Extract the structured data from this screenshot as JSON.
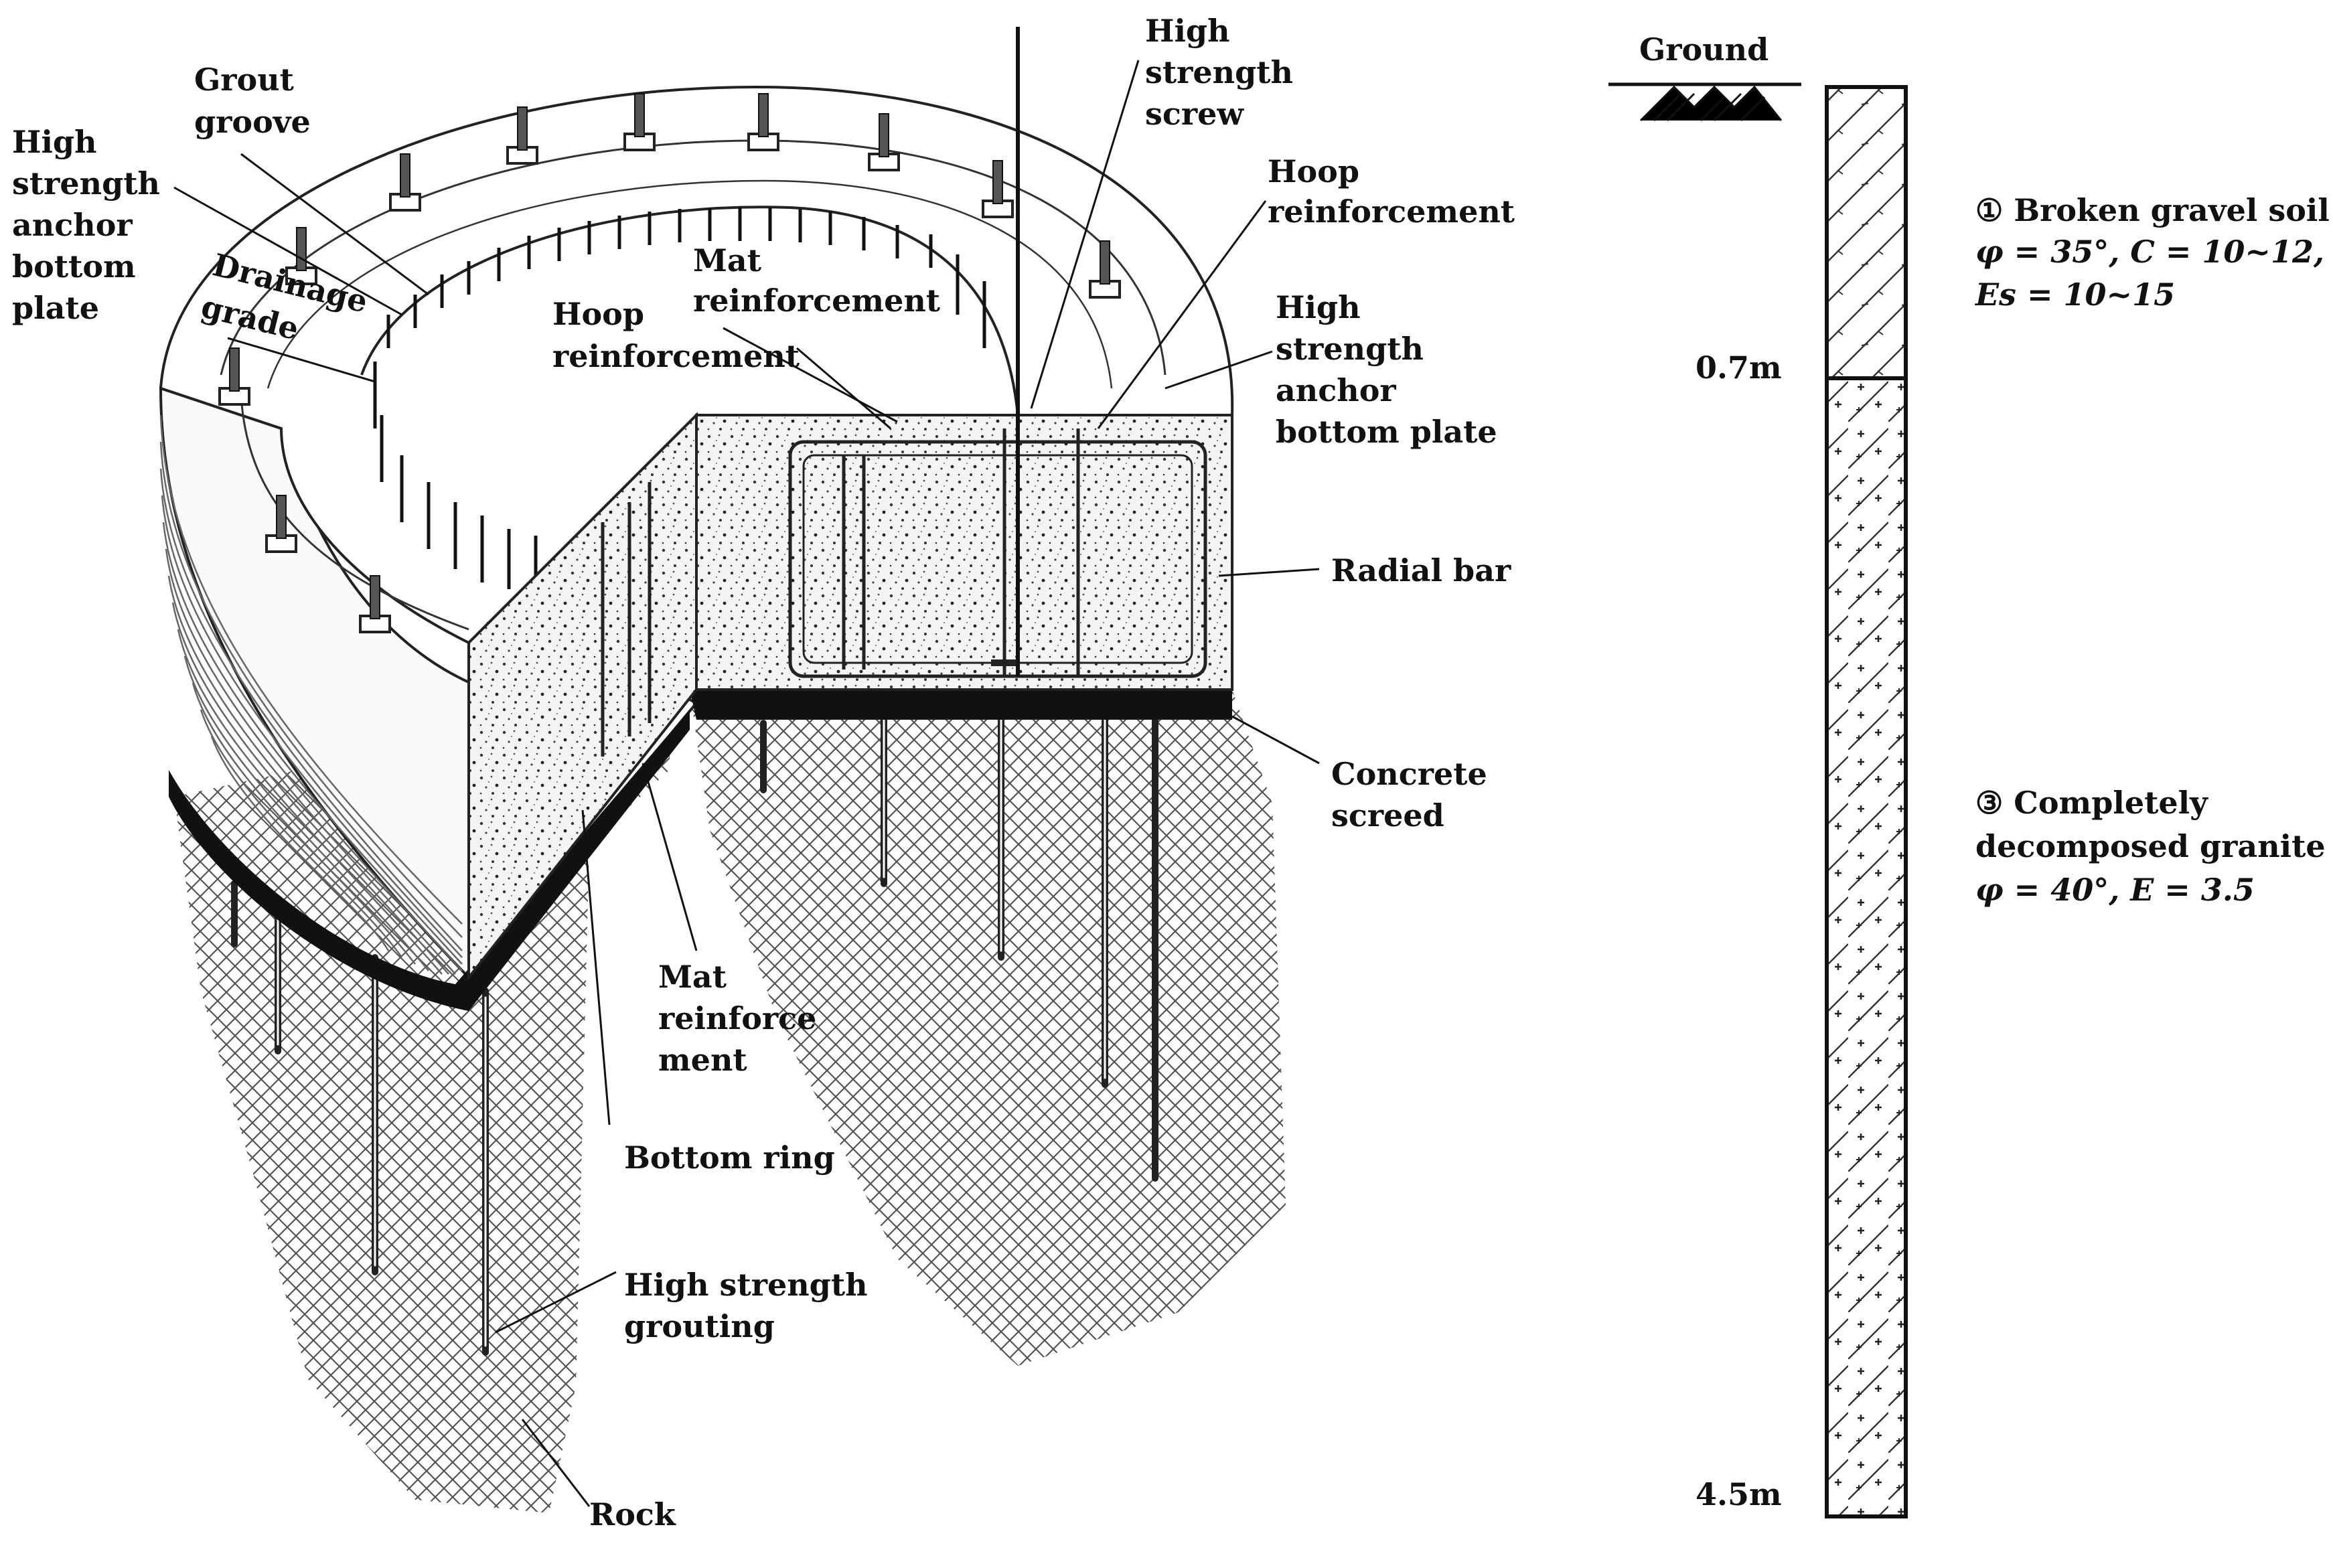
{
  "figure": {
    "left_diagram": {
      "labels": {
        "high_strength_anchor_bottom_plate_left": [
          "High",
          "strength",
          "anchor",
          "bottom",
          "plate"
        ],
        "grout_groove": [
          "Grout",
          "groove"
        ],
        "drainage_grade": [
          "Drainage",
          "grade"
        ],
        "mat_reinforcement_top": [
          "Mat",
          "reinforcement"
        ],
        "hoop_reinforcement_inner": [
          "Hoop",
          "reinforcement"
        ],
        "high_strength_screw": [
          "High",
          "strength",
          "screw"
        ],
        "hoop_reinforcement_outer": [
          "Hoop",
          "reinforcement"
        ],
        "high_strength_anchor_bottom_plate_right": [
          "High",
          "strength",
          "anchor",
          "bottom plate"
        ],
        "radial_bar": "Radial bar",
        "concrete_screed": [
          "Concrete",
          "screed"
        ],
        "mat_reinforce_ment_bottom": [
          "Mat",
          "reinforce",
          "ment"
        ],
        "bottom_ring": "Bottom ring",
        "high_strength_grouting": [
          "High strength",
          "grouting"
        ],
        "rock": "Rock"
      }
    },
    "soil_profile": {
      "ground_label": "Ground",
      "depths": [
        "0.7m",
        "4.5m"
      ],
      "layers": [
        {
          "id": "layer-1",
          "title": "① Broken gravel soil",
          "params_line1": "φ = 35°, C = 10~12,",
          "params_line2": "Es = 10~15"
        },
        {
          "id": "layer-3",
          "title": "③  Completely",
          "title_line2": "decomposed granite",
          "params_line1": "φ = 40°, E = 3.5"
        }
      ]
    }
  }
}
